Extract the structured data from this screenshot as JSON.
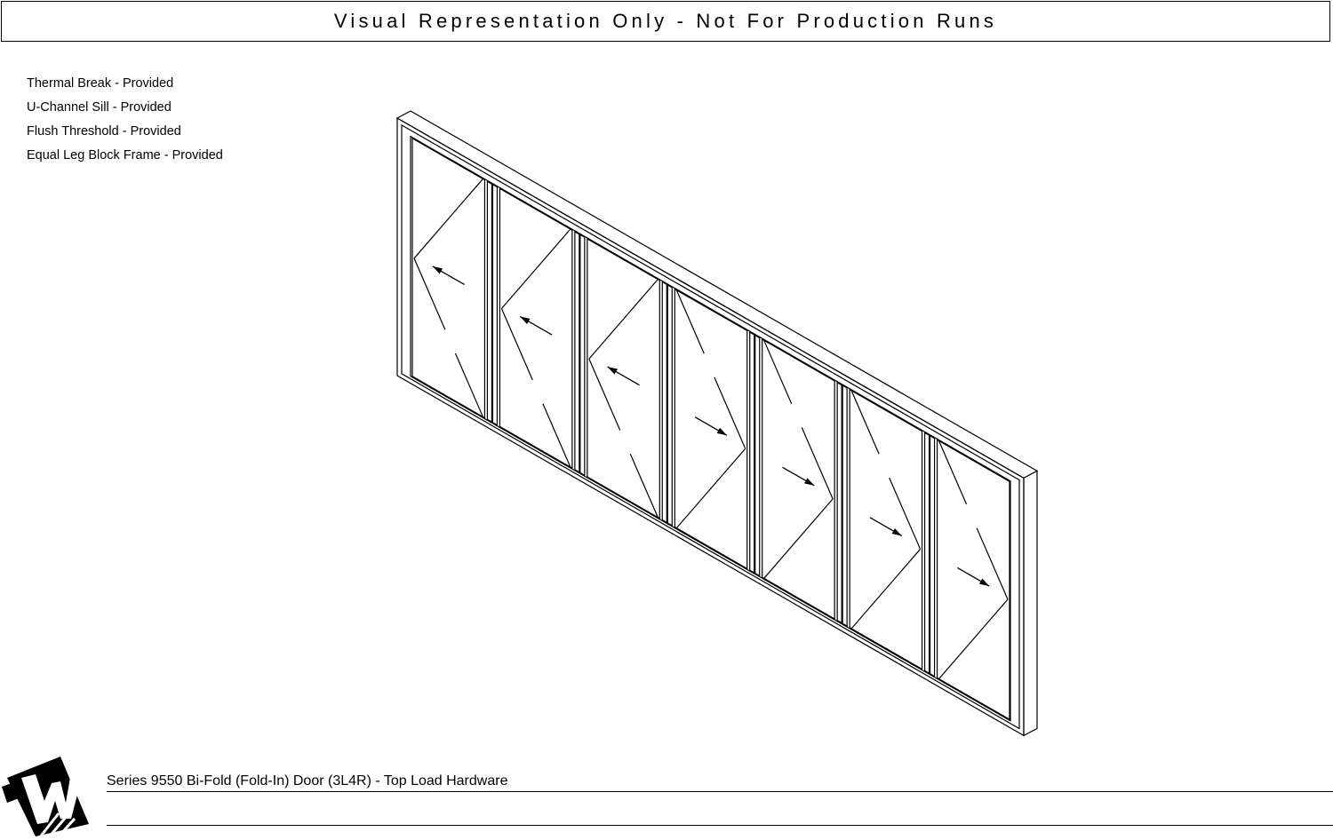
{
  "banner": {
    "text": "Visual Representation Only - Not For Production Runs"
  },
  "notes": {
    "thermal_break": "Thermal Break - Provided",
    "sill_a": "U-Channel Sill - Provided",
    "sill_b": "Flush Threshold - Provided",
    "frame": "Equal Leg Block Frame - Provided"
  },
  "drawing": {
    "panels": [
      {
        "fold": "left"
      },
      {
        "fold": "left"
      },
      {
        "fold": "left"
      },
      {
        "fold": "right"
      },
      {
        "fold": "right"
      },
      {
        "fold": "right"
      },
      {
        "fold": "right"
      }
    ],
    "line_color": "#000000"
  },
  "footer": {
    "title": "Series 9550 Bi-Fold (Fold-In) Door (3L4R) - Top Load Hardware",
    "logo_text": "W"
  }
}
